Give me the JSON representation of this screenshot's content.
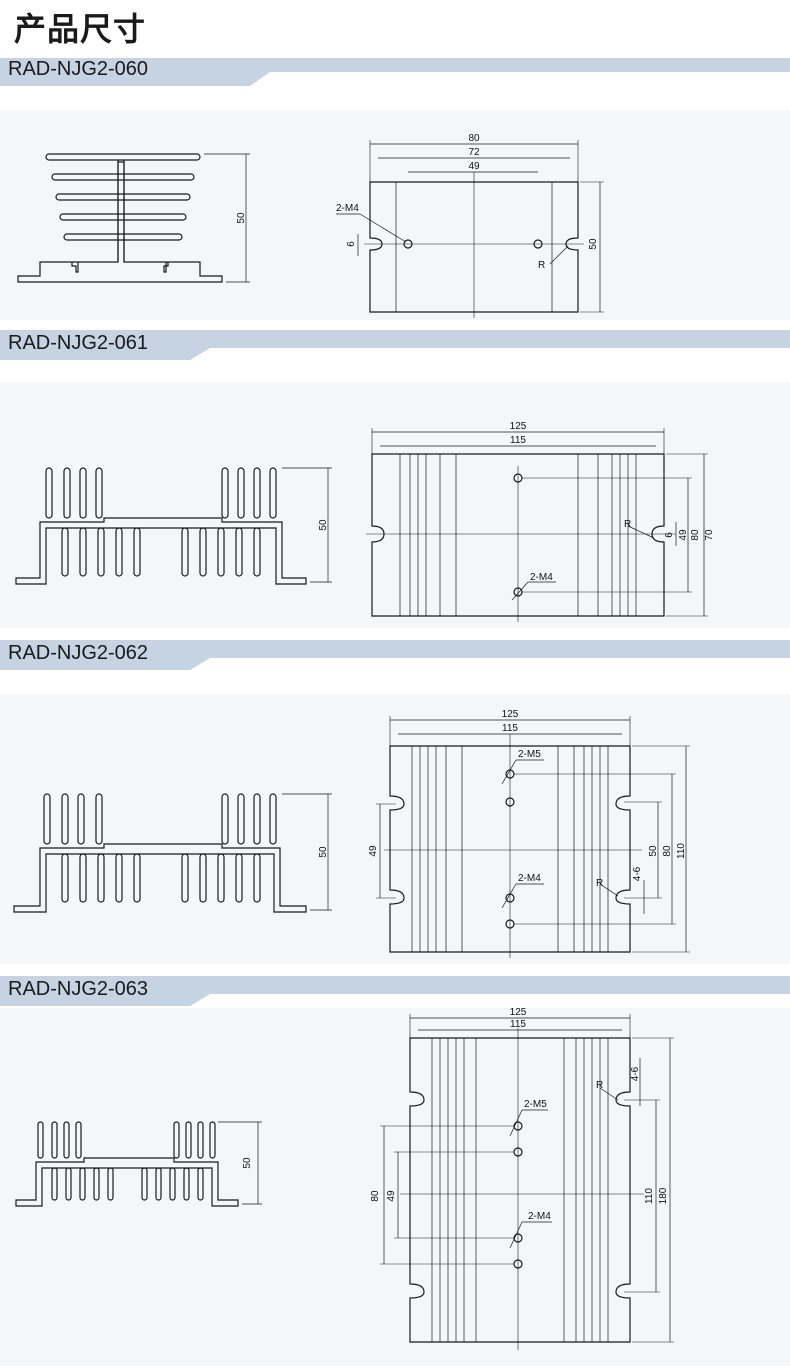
{
  "page": {
    "title": "产品尺寸"
  },
  "colors": {
    "band": "#c5d3e2",
    "panel": "#f5f6f8",
    "line": "#1a1a1a"
  },
  "models": [
    {
      "name": "RAD-NJG2-060",
      "side": {
        "height": "50"
      },
      "top": {
        "width_outer": "80",
        "width_mid": "72",
        "width_inner": "49",
        "height": "50",
        "slot": "6",
        "hole": "2-M4",
        "radius": "R"
      }
    },
    {
      "name": "RAD-NJG2-061",
      "side": {
        "height": "50"
      },
      "top": {
        "width_outer": "125",
        "width_inner": "115",
        "hole_pitch": "49",
        "slot": "6",
        "height_mid": "80",
        "height_outer": "70",
        "hole": "2-M4",
        "radius": "R"
      }
    },
    {
      "name": "RAD-NJG2-062",
      "side": {
        "height": "50"
      },
      "top": {
        "width_outer": "125",
        "width_inner": "115",
        "left_pitch": "49",
        "hole_a": "2-M5",
        "hole_b": "2-M4",
        "radius": "R",
        "slot": "4-6",
        "height_inner": "50",
        "height_mid": "80",
        "height_outer": "110"
      }
    },
    {
      "name": "RAD-NJG2-063",
      "side": {
        "height": "50"
      },
      "top": {
        "width_outer": "125",
        "width_inner": "115",
        "slot": "4-6",
        "radius": "R",
        "hole_a": "2-M5",
        "hole_b": "2-M4",
        "left_outer": "80",
        "left_inner": "49",
        "height_mid": "110",
        "height_outer": "180"
      }
    }
  ]
}
